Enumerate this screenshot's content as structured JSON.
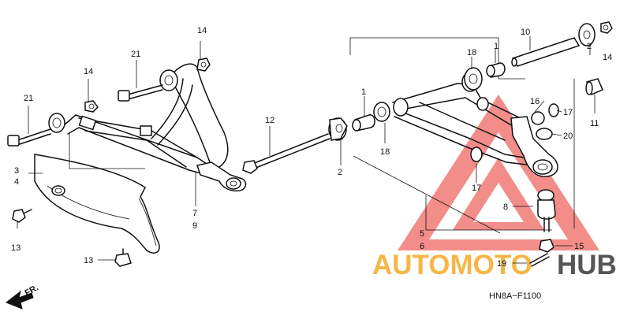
{
  "diagram": {
    "code": "HN8A−F1100",
    "direction": "FR.",
    "watermark_text_1": "AUTOMOTO",
    "watermark_text_2": "HUB",
    "colors": {
      "line": "#111111",
      "watermark_red": "#e8312a",
      "watermark_orange": "#f4a418",
      "watermark_dark": "#2d2d2d",
      "background": "#ffffff"
    },
    "callouts": {
      "c1a": "1",
      "c1b": "1",
      "c2a": "2",
      "c2b": "2",
      "c3": "3",
      "c4": "4",
      "c5": "5",
      "c6": "6",
      "c7": "7",
      "c8": "8",
      "c9": "9",
      "c10": "10",
      "c11": "11",
      "c12": "12",
      "c13a": "13",
      "c13b": "13",
      "c14a": "14",
      "c14b": "14",
      "c14c": "14",
      "c15": "15",
      "c16": "16",
      "c17a": "17",
      "c17b": "17",
      "c18a": "18",
      "c18b": "18",
      "c19": "19",
      "c20": "20",
      "c21a": "21",
      "c21b": "21"
    }
  }
}
